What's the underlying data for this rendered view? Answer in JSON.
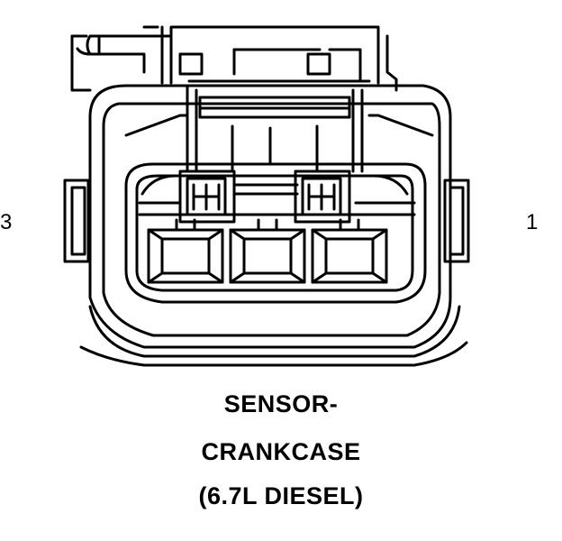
{
  "pins": {
    "left": "3",
    "right": "1"
  },
  "caption": [
    "SENSOR-",
    "CRANKCASE",
    "(6.7L DIESEL)"
  ]
}
